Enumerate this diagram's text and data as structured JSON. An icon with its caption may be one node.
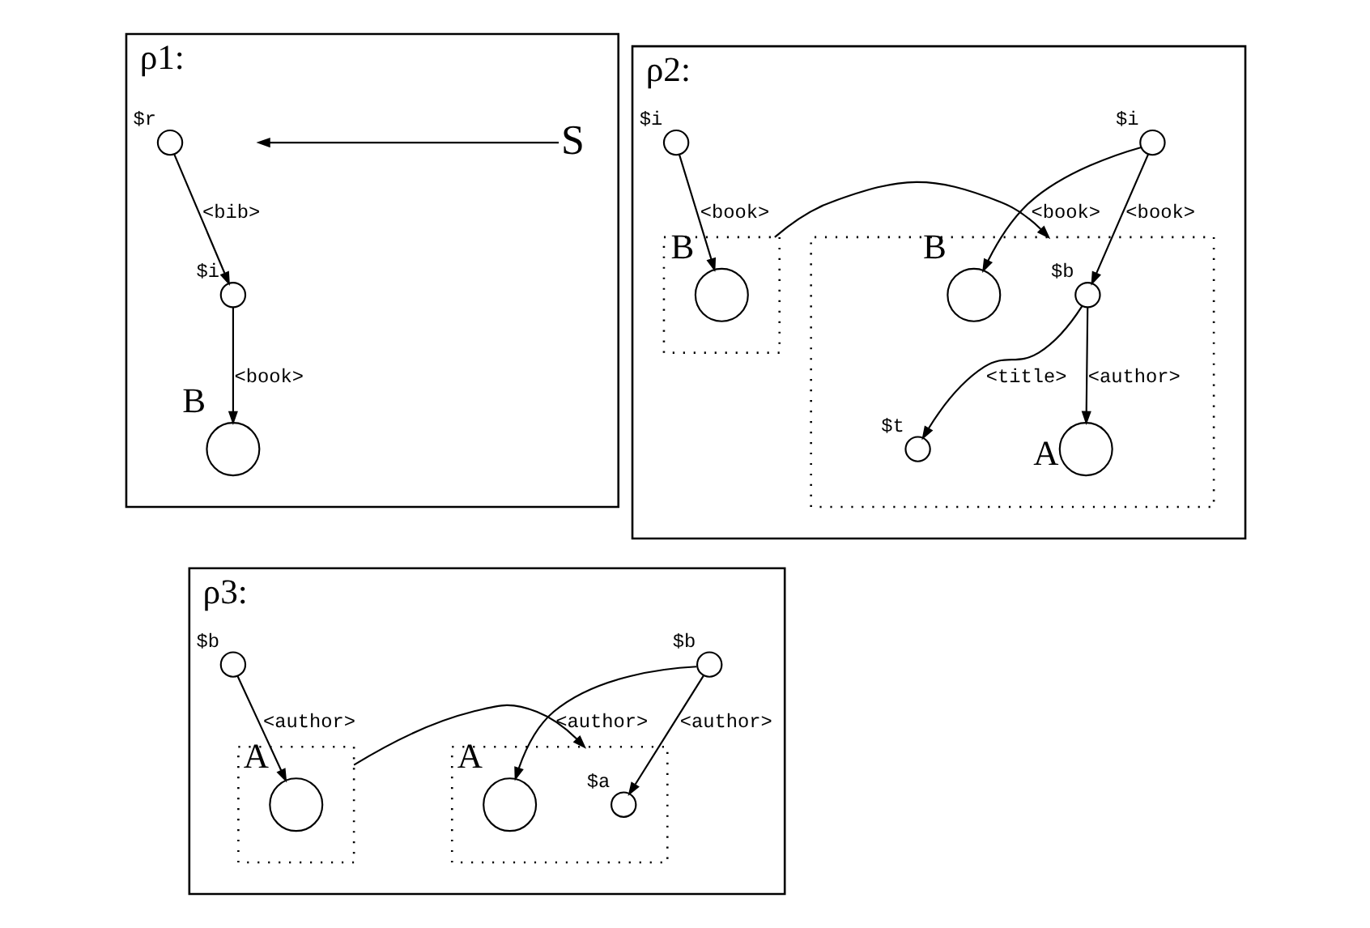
{
  "diagram": {
    "nodes": [
      {
        "text": [
          "ρ1:"
        ]
      },
      {
        "text": [
          "S"
        ],
        "in": 0
      },
      {
        "text": [],
        "shape": "circle",
        "beside": [
          "$r"
        ],
        "in": 0
      },
      {
        "text": [],
        "shape": "circle",
        "beside": [
          "$i"
        ],
        "in": 0
      },
      {
        "text": [],
        "shape": "circle",
        "beside": [
          "B"
        ],
        "in": 0
      },
      {
        "text": [
          "ρ2:"
        ]
      },
      {
        "text": [],
        "shape": "circle",
        "beside": [
          "$i"
        ],
        "in": 5
      },
      {
        "text": [],
        "shape": "box",
        "in": 5
      },
      {
        "text": [],
        "shape": "circle",
        "beside": [
          "B"
        ],
        "in": 7
      },
      {
        "text": [],
        "shape": "circle",
        "beside": [
          "$i"
        ],
        "in": 5
      },
      {
        "text": [],
        "shape": "box",
        "in": 5
      },
      {
        "text": [],
        "shape": "circle",
        "beside": [
          "$b"
        ],
        "in": 10
      },
      {
        "text": [],
        "shape": "circle",
        "beside": [
          "B"
        ],
        "in": 10
      },
      {
        "text": [],
        "shape": "circle",
        "beside": [
          "$t"
        ],
        "in": 10
      },
      {
        "text": [],
        "shape": "circle",
        "beside": [
          "A"
        ],
        "in": 10
      },
      {
        "text": [
          "ρ3:"
        ]
      },
      {
        "text": [],
        "shape": "circle",
        "beside": [
          "$b"
        ],
        "in": 15
      },
      {
        "text": [],
        "shape": "box",
        "in": 15
      },
      {
        "text": [],
        "shape": "circle",
        "beside": [
          "A"
        ],
        "in": 17
      },
      {
        "text": [],
        "shape": "circle",
        "beside": [
          "$b"
        ],
        "in": 15
      },
      {
        "text": [],
        "shape": "box",
        "in": 15
      },
      {
        "text": [],
        "shape": "circle",
        "beside": [
          "$a"
        ],
        "in": 20
      },
      {
        "text": [],
        "shape": "circle",
        "beside": [
          "A"
        ],
        "in": 20
      }
    ],
    "edges": [
      {
        "from": 1,
        "to": null,
        "arrow": "to"
      },
      {
        "from": 2,
        "to": 3,
        "arrow": "to",
        "label": "<bib>"
      },
      {
        "from": 3,
        "to": 4,
        "arrow": "to",
        "label": "<book>"
      },
      {
        "from": 6,
        "to": 8,
        "arrow": "to",
        "label": "<book>"
      },
      {
        "from": 7,
        "to": 10,
        "arrow": "to"
      },
      {
        "from": 9,
        "to": 11,
        "arrow": "to",
        "label": "<book>"
      },
      {
        "from": 9,
        "to": 12,
        "arrow": "to",
        "label": "<book>"
      },
      {
        "from": 11,
        "to": 13,
        "arrow": "to",
        "label": "<title>"
      },
      {
        "from": 11,
        "to": 14,
        "arrow": "to",
        "label": "<author>"
      },
      {
        "from": 16,
        "to": 18,
        "arrow": "to",
        "label": "<author>"
      },
      {
        "from": 17,
        "to": 20,
        "arrow": "to"
      },
      {
        "from": 19,
        "to": 21,
        "arrow": "to",
        "label": "<author>"
      },
      {
        "from": 19,
        "to": 22,
        "arrow": "to",
        "label": "<author>"
      }
    ]
  }
}
